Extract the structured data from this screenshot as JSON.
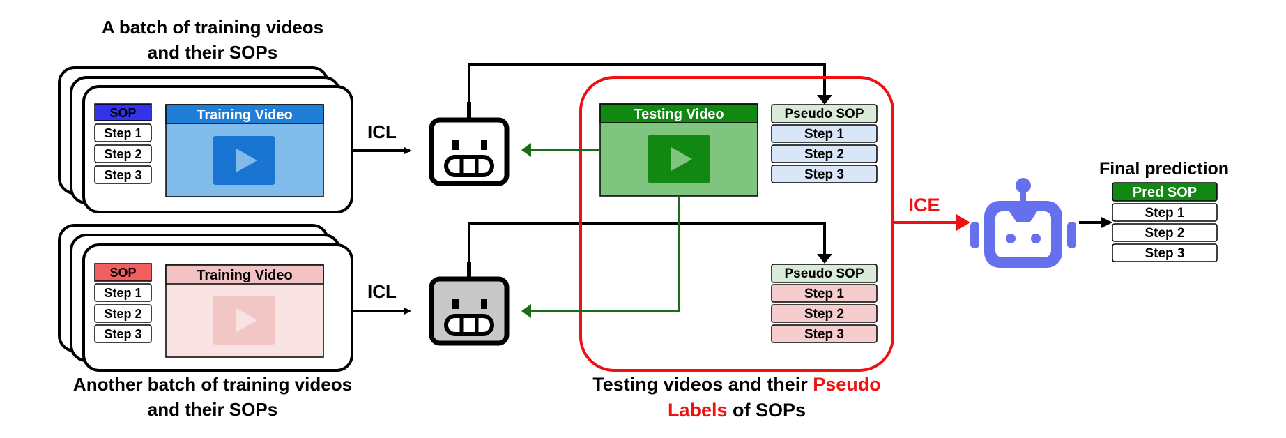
{
  "top_batch": {
    "caption_line1": "A batch of training videos",
    "caption_line2": "and their SOPs",
    "sop_label": "SOP",
    "steps": [
      "Step 1",
      "Step 2",
      "Step 3"
    ],
    "video_title": "Training Video",
    "colors": {
      "sop": "#3333ee",
      "video_header": "#1f7fd8",
      "video_body": "#80bbea",
      "play": "#1a74d2"
    }
  },
  "bottom_batch": {
    "caption_line1": "Another batch of training videos",
    "caption_line2": "and their SOPs",
    "sop_label": "SOP",
    "steps": [
      "Step 1",
      "Step 2",
      "Step 3"
    ],
    "video_title": "Training Video",
    "colors": {
      "sop": "#f06060",
      "video_header": "#f3c3c3",
      "video_body": "#f9e2e2",
      "play": "#f3c6c6"
    }
  },
  "icl_label_top": "ICL",
  "icl_label_bottom": "ICL",
  "testing": {
    "video_title": "Testing Video",
    "caption_part1": "Testing videos and their ",
    "caption_highlight1": "Pseudo",
    "caption_highlight2": "Labels",
    "caption_part2": " of SOPs",
    "colors": {
      "frame": "#ee1111",
      "video_header": "#118811",
      "video_body": "#7fc47f",
      "play": "#118811"
    }
  },
  "pseudo_sop_top": {
    "header": "Pseudo SOP",
    "steps": [
      "Step 1",
      "Step 2",
      "Step 3"
    ],
    "colors": {
      "header": "#d9ebd9",
      "step": "#d8e6f8"
    }
  },
  "pseudo_sop_bottom": {
    "header": "Pseudo SOP",
    "steps": [
      "Step 1",
      "Step 2",
      "Step 3"
    ],
    "colors": {
      "header": "#d9ebd9",
      "step": "#f6cdcd"
    }
  },
  "ice_label": "ICE",
  "final": {
    "title": "Final prediction",
    "header": "Pred SOP",
    "steps": [
      "Step 1",
      "Step 2",
      "Step 3"
    ],
    "colors": {
      "header": "#118811"
    }
  },
  "icons": {
    "robot_top": "robot-icon",
    "robot_bottom": "robot-icon",
    "robot_final": "robot-icon",
    "play": "play-icon"
  },
  "colors": {
    "arrow_dark": "#000000",
    "arrow_green": "#1a6b1a",
    "arrow_red": "#ee1111",
    "robot_final": "#6670ee",
    "robot_gray": "#c8c8c8"
  }
}
